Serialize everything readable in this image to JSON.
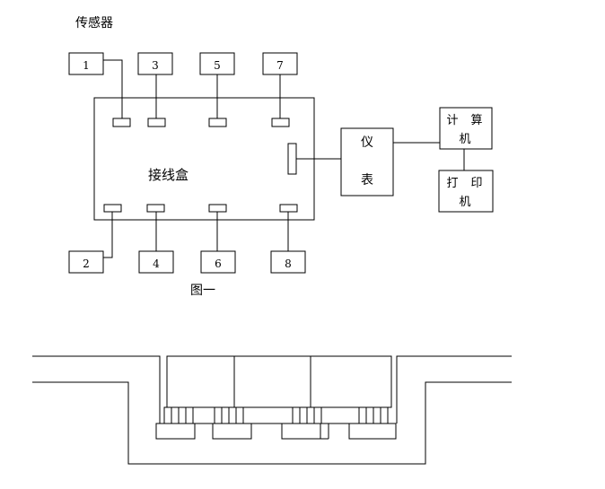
{
  "figure1": {
    "header_label": "传感器",
    "caption": "图一",
    "junction_box_label": "接线盒",
    "sensors_top": [
      "1",
      "3",
      "5",
      "7"
    ],
    "sensors_bottom": [
      "2",
      "4",
      "6",
      "8"
    ],
    "meter": {
      "char1": "仪",
      "char2": "表"
    },
    "computer": {
      "char1": "计",
      "char2": "算",
      "char3": "机"
    },
    "printer": {
      "char1": "打",
      "char2": "印",
      "char3": "机"
    }
  }
}
